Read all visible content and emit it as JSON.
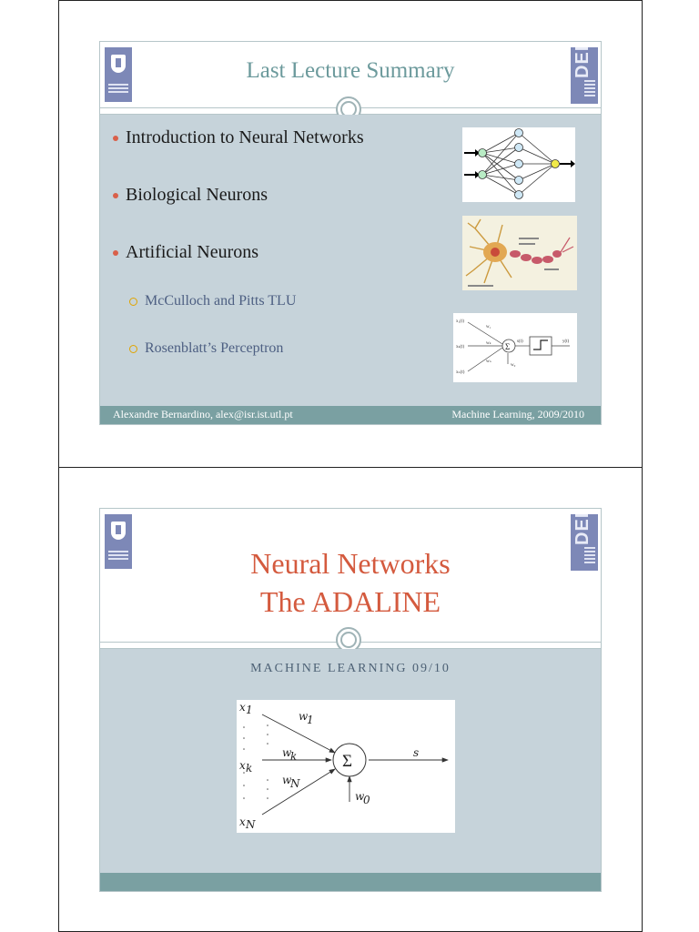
{
  "slide1": {
    "title": "Last Lecture Summary",
    "bullets": [
      "Introduction to Neural Networks",
      "Biological Neurons",
      "Artificial Neurons"
    ],
    "subbullets": [
      "McCulloch and Pitts TLU",
      "Rosenblatt’s Perceptron"
    ],
    "footer_left": "Alexandre Bernardino, alex@isr.ist.utl.pt",
    "footer_right": "Machine Learning, 2009/2010",
    "logo_right_text": "DEEC",
    "icons": [
      "network-diagram-icon",
      "neuron-image-icon",
      "perceptron-diagram-icon"
    ]
  },
  "slide2": {
    "title_line1": "Neural Networks",
    "title_line2": "The ADALINE",
    "subtitle": "MACHINE LEARNING 09/10",
    "logo_right_text": "DEEC",
    "diagram": {
      "inputs": [
        "x",
        "x",
        "x"
      ],
      "input_subs": [
        "1",
        "k",
        "N"
      ],
      "weights": [
        "w",
        "w",
        "w"
      ],
      "weight_subs": [
        "1",
        "k",
        "N"
      ],
      "bias": "w",
      "bias_sub": "0",
      "sum_symbol": "Σ",
      "output": "s"
    }
  },
  "colors": {
    "title_teal": "#6c9a9c",
    "title_red": "#d45a3e",
    "body_blue_gray": "#c6d3da",
    "footer_teal": "#7aa0a2",
    "bullet_dot": "#d9604a",
    "sub_ring": "#e0a400"
  }
}
